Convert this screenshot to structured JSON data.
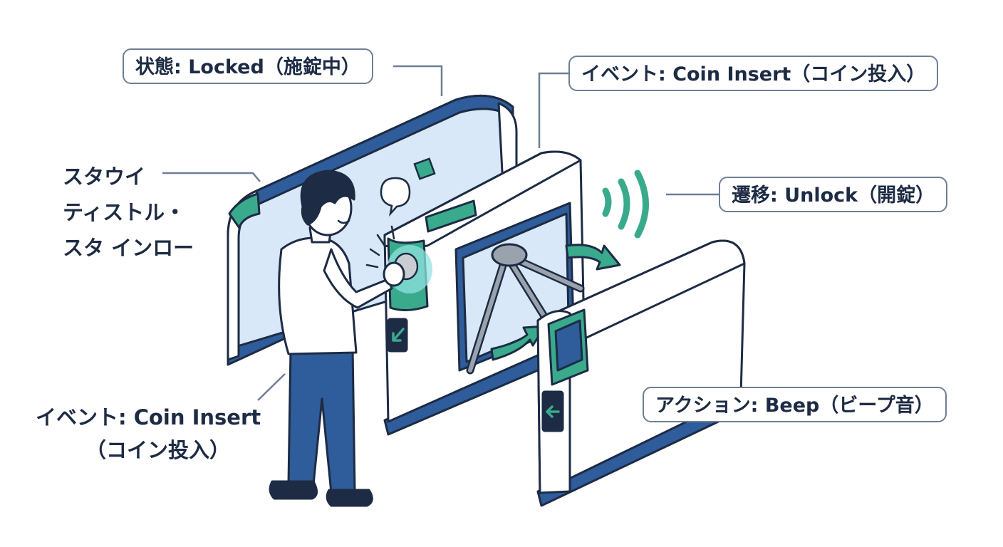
{
  "labels": {
    "state": "状態: Locked（施錠中）",
    "event_top": "イベント: Coin Insert（コイン投入）",
    "transition": "遷移: Unlock（開錠）",
    "action": "アクション: Beep（ビープ音）",
    "left_lines": [
      "スタウイ",
      "ティストル・",
      "スタ インロー"
    ],
    "event_bottom_line1": "イベント: Coin Insert",
    "event_bottom_line2": "（コイン投入）"
  },
  "colors": {
    "outline": "#1d2b44",
    "navy": "#2f5c9a",
    "teal": "#3aaa8c",
    "panel": "#d8e8f8",
    "glow": "#8fe3e0",
    "leader": "#6e7f95"
  }
}
